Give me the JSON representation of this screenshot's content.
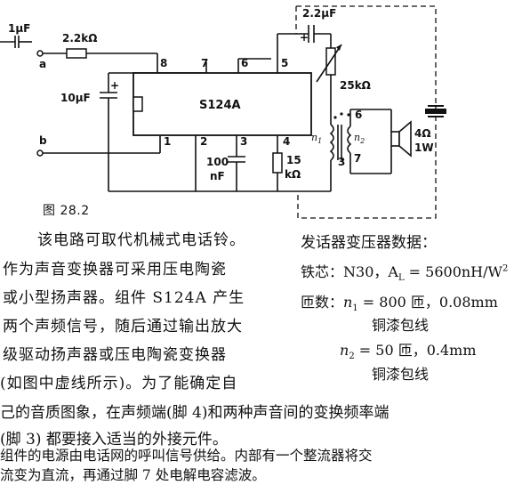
{
  "figure": {
    "caption": "图 28.2",
    "components": {
      "cap_input": "1μF",
      "res_input": "2.2kΩ",
      "cap_filter": "10μF",
      "cap_output": "2.2μF",
      "pot": "25kΩ",
      "cap_freq_value": "100",
      "cap_freq_unit": "nF",
      "res_audio_value": "15",
      "res_audio_unit": "kΩ",
      "speaker": "4Ω",
      "speaker_power": "1W"
    },
    "ic_label": "S124A",
    "terminals": {
      "a": "a",
      "b": "b"
    },
    "pins": {
      "p8": "8",
      "p7": "7",
      "p6": "6",
      "p5": "5",
      "p1": "1",
      "p2": "2",
      "p3": "3",
      "p4": "4"
    },
    "transformer": {
      "n1": "n",
      "n1_sub": "1",
      "n2": "n",
      "n2_sub": "2",
      "tap3": "3",
      "tap6": "6",
      "tap7": "7"
    },
    "polarity_plus": "+"
  },
  "body_lines": [
    "该电路可取代机械式电话铃。",
    "作为声音变换器可采用压电陶瓷",
    "或小型扬声器。组件 S124A 产生",
    "两个声频信号，随后通过输出放大",
    "级驱动扬声器或压电陶瓷变换器",
    "(如图中虚线所示)。为了能确定自",
    "己的音质图象，在声频端(脚 4)和两种声音间的变换频率端",
    "(脚 3) 都要接入适当的外接元件。",
    "组件的电源由电话网的呼叫信号供给。内部有一个整流器将交",
    "流变为直流，再通过脚 7 处电解电容滤波。"
  ],
  "transformer_spec": {
    "heading": "发话器变压器数据：",
    "core_label": "铁芯：",
    "core_value": "N30，A",
    "core_sub": "L",
    "core_eq": " = 5600nH/W",
    "core_sup": "2",
    "turns_label": "匝数：",
    "n1_sym": "n",
    "n1_sub": "1",
    "n1_value": " = 800 匝，0.08mm",
    "n1_wire": "铜漆包线",
    "n2_sym": "n",
    "n2_sub": "2",
    "n2_value": " = 50 匝，0.4mm",
    "n2_wire": "铜漆包线"
  }
}
